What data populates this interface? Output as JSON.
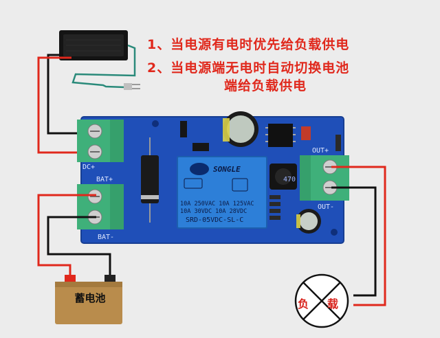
{
  "captions": {
    "line1": "1、当电源有电时优先给负载供电",
    "line2": "2、当电源端无电时自动切换电池",
    "line3": "端给负载供电"
  },
  "battery": {
    "label": "蓄电池"
  },
  "lamp": {
    "label_left": "负",
    "label_right": "载"
  },
  "board": {
    "dc_plus": "DC+",
    "bat_plus": "BAT+",
    "bat_minus": "BAT-",
    "out_plus": "OUT+",
    "out_minus": "OUT-",
    "cap_label": "470"
  },
  "relay": {
    "brand": "SONGLE",
    "rating_row1": "10A 250VAC  10A 125VAC",
    "rating_row2": "10A  30VDC  10A  28VDC",
    "model": "SRD-05VDC-SL-C"
  },
  "colors": {
    "wire_red": "#e0281c",
    "wire_black": "#111111",
    "pcb_blue": "#1f4fb8",
    "terminal_green": "#3fb07a",
    "relay_blue": "#2d7fd8",
    "battery_body": "#b98c4c"
  }
}
